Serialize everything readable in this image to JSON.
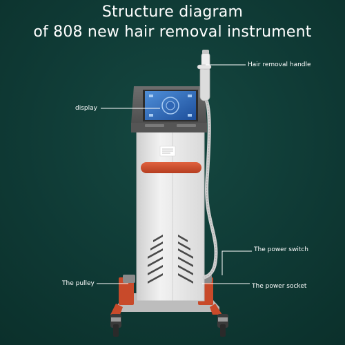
{
  "title": {
    "line1": "Structure diagram",
    "line2": "of 808 new hair removal instrument"
  },
  "labels": {
    "handle": "Hair removal handle",
    "display": "display",
    "power_switch": "The power switch",
    "pulley": "The pulley",
    "power_socket": "The power socket"
  },
  "colors": {
    "background": "#0f3a35",
    "text": "#ffffff",
    "machine_body": "#e6e6e6",
    "accent": "#c84a2a"
  }
}
